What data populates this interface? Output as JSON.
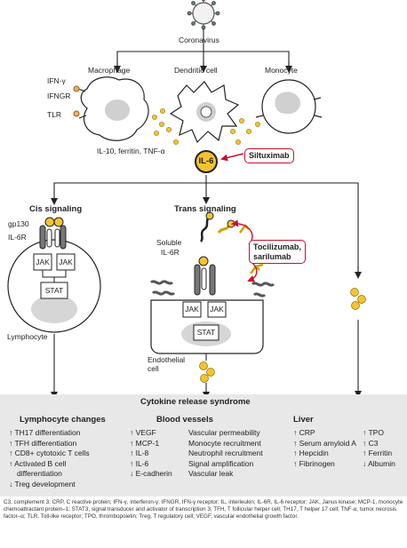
{
  "top": {
    "virus": "Coronavirus",
    "cells": {
      "macrophage": "Macrophage",
      "dendritic": "Dendritic cell",
      "monocyte": "Monocyte"
    },
    "receptors": [
      "IFN-γ",
      "IFNGR",
      "TLR"
    ],
    "secreted": "IL-10, ferritin, TNF-α",
    "il6": "IL-6",
    "drug1": "Siltuximab"
  },
  "cis": {
    "title": "Cis signaling",
    "gp130": "gp130",
    "il6r": "IL-6R",
    "jak1": "JAK",
    "jak2": "JAK",
    "stat": "STAT",
    "cell": "Lymphocyte"
  },
  "trans": {
    "title": "Trans signaling",
    "soluble": "Soluble",
    "soluble_il6r": "IL-6R",
    "drug2_line1": "Tocilizumab,",
    "drug2_line2": "sarilumab",
    "jak1": "JAK",
    "jak2": "JAK",
    "stat": "STAT",
    "cell_line1": "Endothelial",
    "cell_line2": "cell"
  },
  "crs": {
    "title": "Cytokine release syndrome",
    "lymph": {
      "title": "Lymphocyte changes",
      "items": [
        "↑ TH17 differentiation",
        "↑ TFH differentiation",
        "↑ CD8+ cytotoxic T cells",
        "↑ Activated B cell",
        "differentiation",
        "↓ Treg development"
      ]
    },
    "vessels": {
      "title": "Blood vessels",
      "left": [
        "↑ VEGF",
        "↑ MCP-1",
        "↑ IL-8",
        "↑ IL-6",
        "↓ E-cadherin"
      ],
      "right": [
        "Vascular permeability",
        "Monocyte recruitment",
        "Neutrophil recruitment",
        "Signal amplification",
        "Vascular leak"
      ]
    },
    "liver": {
      "title": "Liver",
      "left": [
        "↑ CRP",
        "↑ Serum amyloid A",
        "↑ Hepcidin",
        "↑ Fibrinogen"
      ],
      "right": [
        "↑ TPO",
        "↑ C3",
        "↑ Ferritin",
        "↓ Albumin"
      ]
    }
  },
  "footer": "C3, complement 3; CRP, C reactive protein; IFN-γ, interferon-γ; IFNGR, IFN-γ receptor; IL, interleukin; IL-6R, IL-6 receptor; JAK, Janus kinase; MCP-1, monocyte chemoattractant protein–1; STAT3, signal transducer and activator of transcription 3; TFH, T follicular helper cell; TH17, T helper 17 cell; TNF-α, tumor necrosis factor–α; TLR, Toll-like receptor; TPO, thrombopoietin; Treg, T regulatory cell; VEGF, vascular endothelial growth factor."
}
